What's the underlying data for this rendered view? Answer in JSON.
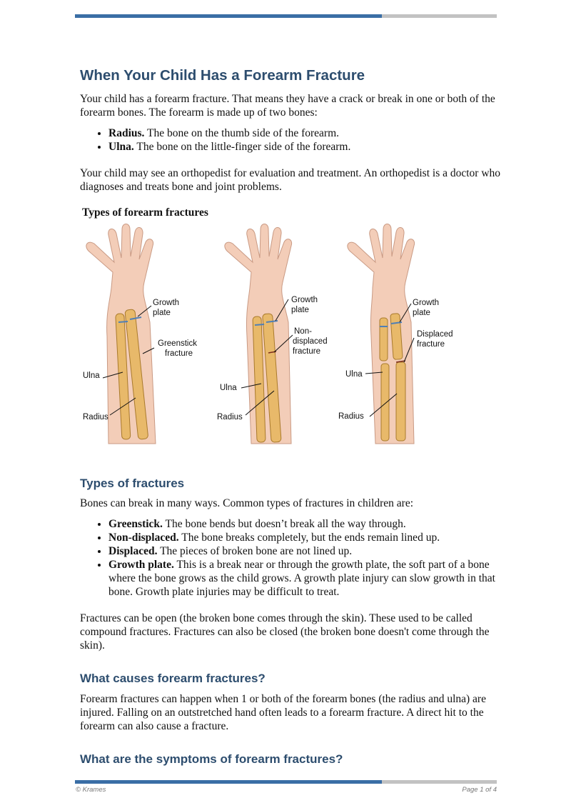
{
  "title": "When Your Child Has a Forearm Fracture",
  "intro": "Your child has a forearm fracture. That means they have a crack or break in one or both of the forearm bones. The forearm is made up of two bones:",
  "bones": [
    {
      "term": "Radius.",
      "desc": " The bone on the thumb side of the forearm."
    },
    {
      "term": "Ulna.",
      "desc": " The bone on the little-finger side of the forearm."
    }
  ],
  "ortho": "Your child may see an orthopedist for evaluation and treatment. An orthopedist is a doctor who diagnoses and treats bone and joint problems.",
  "figure": {
    "title": "Types of forearm fractures",
    "panel1": {
      "growth": [
        "Growth",
        "plate"
      ],
      "fracture": [
        "Greenstick",
        "fracture"
      ],
      "ulna": "Ulna",
      "radius": "Radius"
    },
    "panel2": {
      "growth": [
        "Growth",
        "plate"
      ],
      "fracture": [
        "Non-",
        "displaced",
        "fracture"
      ],
      "ulna": "Ulna",
      "radius": "Radius"
    },
    "panel3": {
      "growth": [
        "Growth",
        "plate"
      ],
      "fracture": [
        "Displaced",
        "fracture"
      ],
      "ulna": "Ulna",
      "radius": "Radius"
    }
  },
  "types_heading": "Types of fractures",
  "types_intro": "Bones can break in many ways. Common types of fractures in children are:",
  "types": [
    {
      "term": "Greenstick.",
      "desc": " The bone bends but doesn’t break all the way through."
    },
    {
      "term": "Non-displaced.",
      "desc": " The bone breaks completely, but the ends remain lined up."
    },
    {
      "term": "Displaced.",
      "desc": " The pieces of broken bone are not lined up."
    },
    {
      "term": "Growth plate.",
      "desc": " This is a break near or through the growth plate, the soft part of a bone where the bone grows as the child grows. A growth plate injury can slow growth in that bone. Growth plate injuries may be difficult to treat."
    }
  ],
  "open_closed": "Fractures can be open (the broken bone comes through the skin). These used to be called compound fractures. Fractures can also be closed (the broken bone doesn't come through the skin).",
  "causes_heading": "What causes forearm fractures?",
  "causes": "Forearm fractures can happen when 1 or both of the forearm bones (the radius and ulna) are injured. Falling on an outstretched hand often leads to a forearm fracture. A direct hit to the forearm can also cause a fracture.",
  "symptoms_heading": "What are the symptoms of forearm fractures?",
  "footer": {
    "left": "© Krames",
    "right": "Page 1 of 4"
  },
  "colors": {
    "accent_bar": "#3a6ea5",
    "heading": "#2d4d6e",
    "skin": "#f3cdb8",
    "bone": "#e8b96a"
  }
}
